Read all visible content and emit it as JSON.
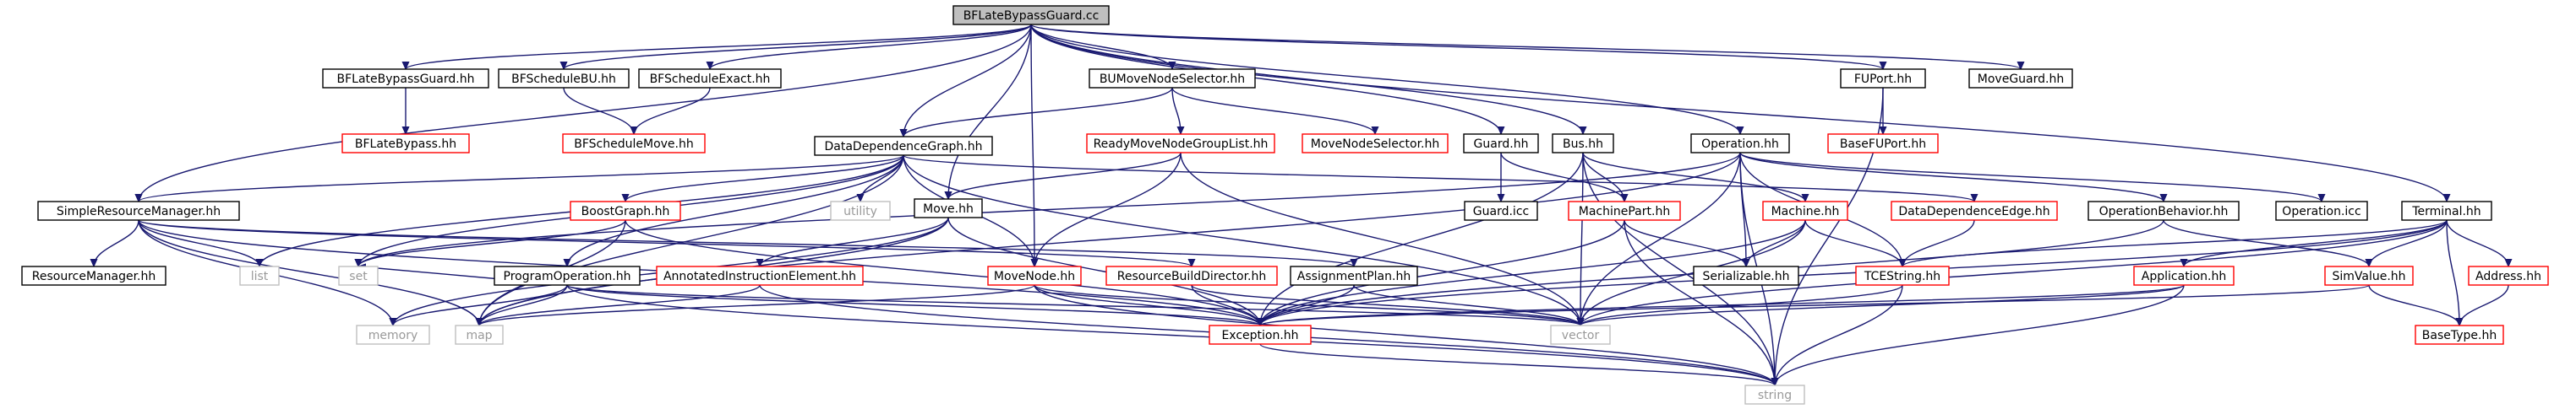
{
  "diagram": {
    "colors": {
      "edge": "#191970",
      "root_fill": "#bfbfbf",
      "node_border": "#000000",
      "missing_border": "#ff0000",
      "external_border": "#bfbfbf",
      "external_text": "#999999"
    },
    "nodes": [
      {
        "id": "BFLateBypassGuard.cc",
        "label": "BFLateBypassGuard.cc",
        "kind": "root"
      },
      {
        "id": "BFLateBypassGuard.hh",
        "label": "BFLateBypassGuard.hh",
        "kind": "normal"
      },
      {
        "id": "BFScheduleBU.hh",
        "label": "BFScheduleBU.hh",
        "kind": "normal"
      },
      {
        "id": "BFScheduleExact.hh",
        "label": "BFScheduleExact.hh",
        "kind": "normal"
      },
      {
        "id": "BUMoveNodeSelector.hh",
        "label": "BUMoveNodeSelector.hh",
        "kind": "normal"
      },
      {
        "id": "FUPort.hh",
        "label": "FUPort.hh",
        "kind": "normal"
      },
      {
        "id": "MoveGuard.hh",
        "label": "MoveGuard.hh",
        "kind": "normal"
      },
      {
        "id": "BFLateBypass.hh",
        "label": "BFLateBypass.hh",
        "kind": "missing"
      },
      {
        "id": "BFScheduleMove.hh",
        "label": "BFScheduleMove.hh",
        "kind": "missing"
      },
      {
        "id": "BaseFUPort.hh",
        "label": "BaseFUPort.hh",
        "kind": "missing"
      },
      {
        "id": "DataDependenceGraph.hh",
        "label": "DataDependenceGraph.hh",
        "kind": "normal"
      },
      {
        "id": "ReadyMoveNodeGroupList.hh",
        "label": "ReadyMoveNodeGroupList.hh",
        "kind": "missing"
      },
      {
        "id": "MoveNodeSelector.hh",
        "label": "MoveNodeSelector.hh",
        "kind": "missing"
      },
      {
        "id": "Guard.hh",
        "label": "Guard.hh",
        "kind": "normal"
      },
      {
        "id": "Bus.hh",
        "label": "Bus.hh",
        "kind": "normal"
      },
      {
        "id": "Operation.hh",
        "label": "Operation.hh",
        "kind": "normal"
      },
      {
        "id": "SimpleResourceManager.hh",
        "label": "SimpleResourceManager.hh",
        "kind": "normal"
      },
      {
        "id": "BoostGraph.hh",
        "label": "BoostGraph.hh",
        "kind": "missing"
      },
      {
        "id": "utility",
        "label": "utility",
        "kind": "external"
      },
      {
        "id": "Move.hh",
        "label": "Move.hh",
        "kind": "normal"
      },
      {
        "id": "Guard.icc",
        "label": "Guard.icc",
        "kind": "normal"
      },
      {
        "id": "MachinePart.hh",
        "label": "MachinePart.hh",
        "kind": "missing"
      },
      {
        "id": "Machine.hh",
        "label": "Machine.hh",
        "kind": "missing"
      },
      {
        "id": "DataDependenceEdge.hh",
        "label": "DataDependenceEdge.hh",
        "kind": "missing"
      },
      {
        "id": "OperationBehavior.hh",
        "label": "OperationBehavior.hh",
        "kind": "normal"
      },
      {
        "id": "Operation.icc",
        "label": "Operation.icc",
        "kind": "normal"
      },
      {
        "id": "Terminal.hh",
        "label": "Terminal.hh",
        "kind": "normal"
      },
      {
        "id": "ResourceManager.hh",
        "label": "ResourceManager.hh",
        "kind": "normal"
      },
      {
        "id": "list",
        "label": "list",
        "kind": "external"
      },
      {
        "id": "set",
        "label": "set",
        "kind": "external"
      },
      {
        "id": "ProgramOperation.hh",
        "label": "ProgramOperation.hh",
        "kind": "normal"
      },
      {
        "id": "AnnotatedInstructionElement.hh",
        "label": "AnnotatedInstructionElement.hh",
        "kind": "missing"
      },
      {
        "id": "MoveNode.hh",
        "label": "MoveNode.hh",
        "kind": "missing"
      },
      {
        "id": "ResourceBuildDirector.hh",
        "label": "ResourceBuildDirector.hh",
        "kind": "missing"
      },
      {
        "id": "AssignmentPlan.hh",
        "label": "AssignmentPlan.hh",
        "kind": "normal"
      },
      {
        "id": "Serializable.hh",
        "label": "Serializable.hh",
        "kind": "normal"
      },
      {
        "id": "TCEString.hh",
        "label": "TCEString.hh",
        "kind": "missing"
      },
      {
        "id": "Application.hh",
        "label": "Application.hh",
        "kind": "missing"
      },
      {
        "id": "SimValue.hh",
        "label": "SimValue.hh",
        "kind": "missing"
      },
      {
        "id": "Address.hh",
        "label": "Address.hh",
        "kind": "missing"
      },
      {
        "id": "memory",
        "label": "memory",
        "kind": "external"
      },
      {
        "id": "map",
        "label": "map",
        "kind": "external"
      },
      {
        "id": "Exception.hh",
        "label": "Exception.hh",
        "kind": "missing"
      },
      {
        "id": "vector",
        "label": "vector",
        "kind": "external"
      },
      {
        "id": "BaseType.hh",
        "label": "BaseType.hh",
        "kind": "missing"
      },
      {
        "id": "string",
        "label": "string",
        "kind": "external"
      }
    ],
    "edges": [
      [
        "BFLateBypassGuard.cc",
        "BFLateBypassGuard.hh"
      ],
      [
        "BFLateBypassGuard.cc",
        "BFScheduleBU.hh"
      ],
      [
        "BFLateBypassGuard.cc",
        "BFScheduleExact.hh"
      ],
      [
        "BFLateBypassGuard.cc",
        "BUMoveNodeSelector.hh"
      ],
      [
        "BFLateBypassGuard.cc",
        "FUPort.hh"
      ],
      [
        "BFLateBypassGuard.cc",
        "MoveGuard.hh"
      ],
      [
        "BFLateBypassGuard.cc",
        "DataDependenceGraph.hh"
      ],
      [
        "BFLateBypassGuard.cc",
        "Guard.hh"
      ],
      [
        "BFLateBypassGuard.cc",
        "Bus.hh"
      ],
      [
        "BFLateBypassGuard.cc",
        "Operation.hh"
      ],
      [
        "BFLateBypassGuard.cc",
        "SimpleResourceManager.hh"
      ],
      [
        "BFLateBypassGuard.cc",
        "Move.hh"
      ],
      [
        "BFLateBypassGuard.cc",
        "MoveNode.hh"
      ],
      [
        "BFLateBypassGuard.cc",
        "Terminal.hh"
      ],
      [
        "BFLateBypassGuard.hh",
        "BFLateBypass.hh"
      ],
      [
        "BFScheduleBU.hh",
        "BFScheduleMove.hh"
      ],
      [
        "BFScheduleExact.hh",
        "BFScheduleMove.hh"
      ],
      [
        "FUPort.hh",
        "BaseFUPort.hh"
      ],
      [
        "FUPort.hh",
        "string"
      ],
      [
        "BUMoveNodeSelector.hh",
        "DataDependenceGraph.hh"
      ],
      [
        "BUMoveNodeSelector.hh",
        "ReadyMoveNodeGroupList.hh"
      ],
      [
        "BUMoveNodeSelector.hh",
        "MoveNodeSelector.hh"
      ],
      [
        "DataDependenceGraph.hh",
        "SimpleResourceManager.hh"
      ],
      [
        "DataDependenceGraph.hh",
        "BoostGraph.hh"
      ],
      [
        "DataDependenceGraph.hh",
        "utility"
      ],
      [
        "DataDependenceGraph.hh",
        "ProgramOperation.hh"
      ],
      [
        "DataDependenceGraph.hh",
        "MoveNode.hh"
      ],
      [
        "DataDependenceGraph.hh",
        "DataDependenceEdge.hh"
      ],
      [
        "DataDependenceGraph.hh",
        "list"
      ],
      [
        "DataDependenceGraph.hh",
        "set"
      ],
      [
        "DataDependenceGraph.hh",
        "map"
      ],
      [
        "DataDependenceGraph.hh",
        "vector"
      ],
      [
        "ReadyMoveNodeGroupList.hh",
        "Move.hh"
      ],
      [
        "ReadyMoveNodeGroupList.hh",
        "MoveNode.hh"
      ],
      [
        "ReadyMoveNodeGroupList.hh",
        "vector"
      ],
      [
        "Guard.hh",
        "Guard.icc"
      ],
      [
        "Guard.hh",
        "MachinePart.hh"
      ],
      [
        "Bus.hh",
        "MachinePart.hh"
      ],
      [
        "Bus.hh",
        "Machine.hh"
      ],
      [
        "Bus.hh",
        "vector"
      ],
      [
        "Bus.hh",
        "string"
      ],
      [
        "Bus.hh",
        "Exception.hh"
      ],
      [
        "Operation.hh",
        "Serializable.hh"
      ],
      [
        "Operation.hh",
        "TCEString.hh"
      ],
      [
        "Operation.hh",
        "OperationBehavior.hh"
      ],
      [
        "Operation.hh",
        "Operation.icc"
      ],
      [
        "Operation.hh",
        "map"
      ],
      [
        "Operation.hh",
        "set"
      ],
      [
        "Operation.hh",
        "vector"
      ],
      [
        "Operation.hh",
        "string"
      ],
      [
        "SimpleResourceManager.hh",
        "ResourceManager.hh"
      ],
      [
        "SimpleResourceManager.hh",
        "list"
      ],
      [
        "SimpleResourceManager.hh",
        "memory"
      ],
      [
        "SimpleResourceManager.hh",
        "map"
      ],
      [
        "SimpleResourceManager.hh",
        "ResourceBuildDirector.hh"
      ],
      [
        "SimpleResourceManager.hh",
        "AssignmentPlan.hh"
      ],
      [
        "SimpleResourceManager.hh",
        "Exception.hh"
      ],
      [
        "BoostGraph.hh",
        "set"
      ],
      [
        "BoostGraph.hh",
        "map"
      ],
      [
        "BoostGraph.hh",
        "Exception.hh"
      ],
      [
        "Move.hh",
        "AnnotatedInstructionElement.hh"
      ],
      [
        "Move.hh",
        "Exception.hh"
      ],
      [
        "Move.hh",
        "map"
      ],
      [
        "Move.hh",
        "memory"
      ],
      [
        "MachinePart.hh",
        "Serializable.hh"
      ],
      [
        "MachinePart.hh",
        "Exception.hh"
      ],
      [
        "MachinePart.hh",
        "string"
      ],
      [
        "Machine.hh",
        "Serializable.hh"
      ],
      [
        "Machine.hh",
        "TCEString.hh"
      ],
      [
        "Machine.hh",
        "Exception.hh"
      ],
      [
        "Machine.hh",
        "vector"
      ],
      [
        "DataDependenceEdge.hh",
        "TCEString.hh"
      ],
      [
        "OperationBehavior.hh",
        "SimValue.hh"
      ],
      [
        "OperationBehavior.hh",
        "Exception.hh"
      ],
      [
        "Terminal.hh",
        "TCEString.hh"
      ],
      [
        "Terminal.hh",
        "Application.hh"
      ],
      [
        "Terminal.hh",
        "SimValue.hh"
      ],
      [
        "Terminal.hh",
        "Address.hh"
      ],
      [
        "Terminal.hh",
        "BaseType.hh"
      ],
      [
        "Terminal.hh",
        "Exception.hh"
      ],
      [
        "Terminal.hh",
        "vector"
      ],
      [
        "ProgramOperation.hh",
        "map"
      ],
      [
        "ProgramOperation.hh",
        "memory"
      ],
      [
        "ProgramOperation.hh",
        "set"
      ],
      [
        "ProgramOperation.hh",
        "vector"
      ],
      [
        "ProgramOperation.hh",
        "string"
      ],
      [
        "ProgramOperation.hh",
        "Exception.hh"
      ],
      [
        "AnnotatedInstructionElement.hh",
        "map"
      ],
      [
        "AnnotatedInstructionElement.hh",
        "string"
      ],
      [
        "MoveNode.hh",
        "Exception.hh"
      ],
      [
        "MoveNode.hh",
        "map"
      ],
      [
        "MoveNode.hh",
        "vector"
      ],
      [
        "MoveNode.hh",
        "string"
      ],
      [
        "ResourceBuildDirector.hh",
        "Exception.hh"
      ],
      [
        "ResourceBuildDirector.hh",
        "vector"
      ],
      [
        "AssignmentPlan.hh",
        "Exception.hh"
      ],
      [
        "AssignmentPlan.hh",
        "vector"
      ],
      [
        "TCEString.hh",
        "string"
      ],
      [
        "TCEString.hh",
        "vector"
      ],
      [
        "Application.hh",
        "Exception.hh"
      ],
      [
        "Application.hh",
        "string"
      ],
      [
        "Application.hh",
        "vector"
      ],
      [
        "SimValue.hh",
        "BaseType.hh"
      ],
      [
        "SimValue.hh",
        "Exception.hh"
      ],
      [
        "Address.hh",
        "BaseType.hh"
      ],
      [
        "Exception.hh",
        "string"
      ]
    ]
  }
}
